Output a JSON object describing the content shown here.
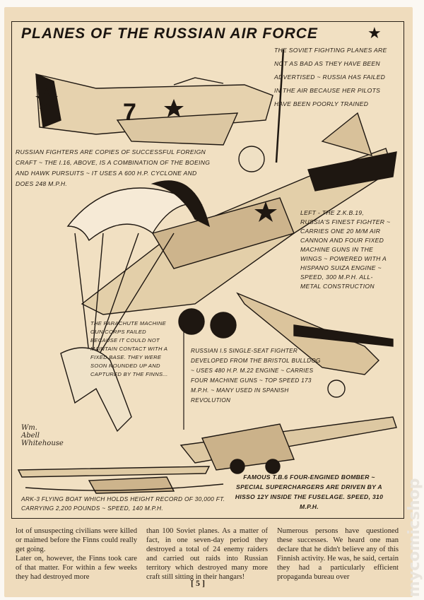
{
  "title": "PLANES OF THE RUSSIAN AIR FORCE",
  "title_star": "★",
  "captions": {
    "intro": "The Soviet fighting planes are not as bad as they have been advertised ~ Russia has failed in the air because her pilots have been poorly trained",
    "i16": "Russian fighters are copies of successful foreign craft ~ The I.16, above, is a combination of the Boeing and Hawk Pursuits ~ It uses a 600 H.P. Cyclone and does 248 M.P.H.",
    "zkb19": "Left - The Z.K.B.19, Russia's finest fighter ~ carries one 20 m/m air cannon and four fixed machine guns in the wings ~ Powered with a Hispano Suiza engine ~ Speed, 300 M.P.H. All-metal construction",
    "parachute": "The parachute machine gun corps failed because it could not maintain contact with a fixed base. They were soon rounded up and captured by the Finns...",
    "i5": "Russian I.5 single-seat fighter developed from the Bristol Bulldog ~ uses 480 H.P. M.22 engine ~ carries four machine guns ~ top speed 173 M.P.H. ~ many used in Spanish Revolution",
    "tb6": "Famous T.B.6 four-engined bomber ~ Special superchargers are driven by a Hisso 12Y inside the fuselage. Speed, 310 M.P.H.",
    "ark3": "Ark-3 flying boat which holds height record of 30,000 ft. carrying 2,200 pounds ~ Speed, 140 M.P.H."
  },
  "plane_number": "7",
  "signature": "Wm. Abell Whitehouse",
  "columns": [
    "lot of unsuspecting civilians were killed or maimed before the Finns could really get going.\n   Later on, however, the Finns took care of that matter. For within a few weeks they had destroyed more",
    "than 100 Soviet planes. As a matter of fact, in one seven-day period they destroyed a total of 24 enemy raiders and carried out raids into Russian territory which destroyed many more craft still sitting in their hangars!",
    "   Numerous persons have questioned these successes. We heard one man declare that he didn't believe any of this Finnish activity. He was, he said, certain they had a particularly efficient propaganda bureau over"
  ],
  "page_number": "[ 5 ]",
  "watermark": "mycomicshop"
}
